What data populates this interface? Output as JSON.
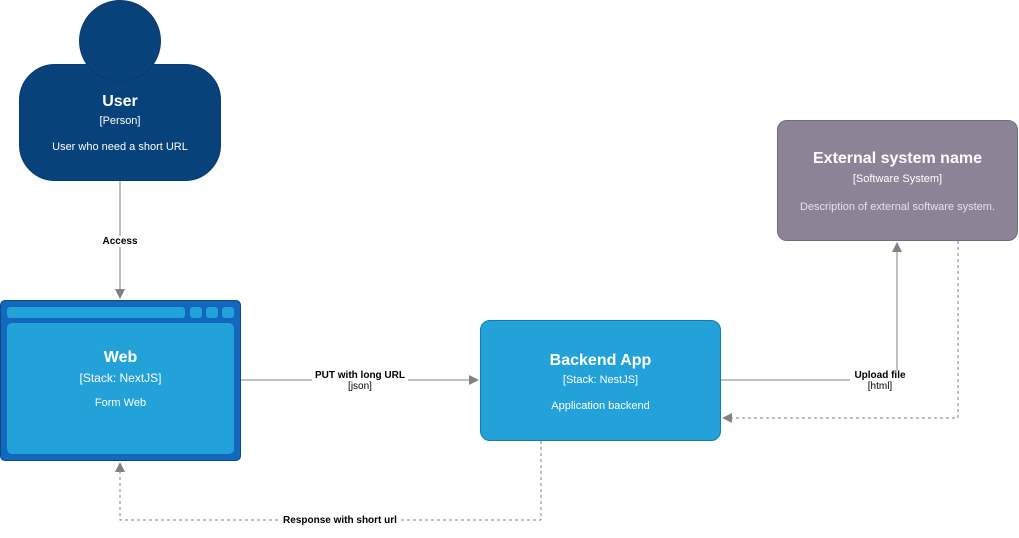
{
  "nodes": {
    "user": {
      "title": "User",
      "stereotype": "[Person]",
      "description": "User who need a short URL"
    },
    "web": {
      "title": "Web",
      "stereotype": "[Stack: NextJS]",
      "description": "Form Web"
    },
    "backend": {
      "title": "Backend App",
      "stereotype": "[Stack: NestJS]",
      "description": "Application backend"
    },
    "external": {
      "title": "External system name",
      "stereotype": "[Software System]",
      "description": "Description of external software system."
    }
  },
  "edges": {
    "access": {
      "label": "Access"
    },
    "put": {
      "label": "PUT with long URL",
      "tech": "[json]"
    },
    "upload": {
      "label": "Upload file",
      "tech": "[html]"
    },
    "response": {
      "label": "Response with short url"
    }
  },
  "colors": {
    "person": "#08427b",
    "container": "#23a2d9",
    "browser_frame": "#1168bd",
    "external": "#8c8496",
    "edge": "#828282"
  }
}
